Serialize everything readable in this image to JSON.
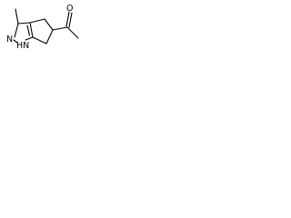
{
  "molecule": {
    "atoms": {
      "n1": "HN",
      "n2": "N",
      "o1": "O"
    },
    "colors": {
      "bond": "#000000",
      "label": "#000000",
      "background": "#ffffff"
    }
  }
}
